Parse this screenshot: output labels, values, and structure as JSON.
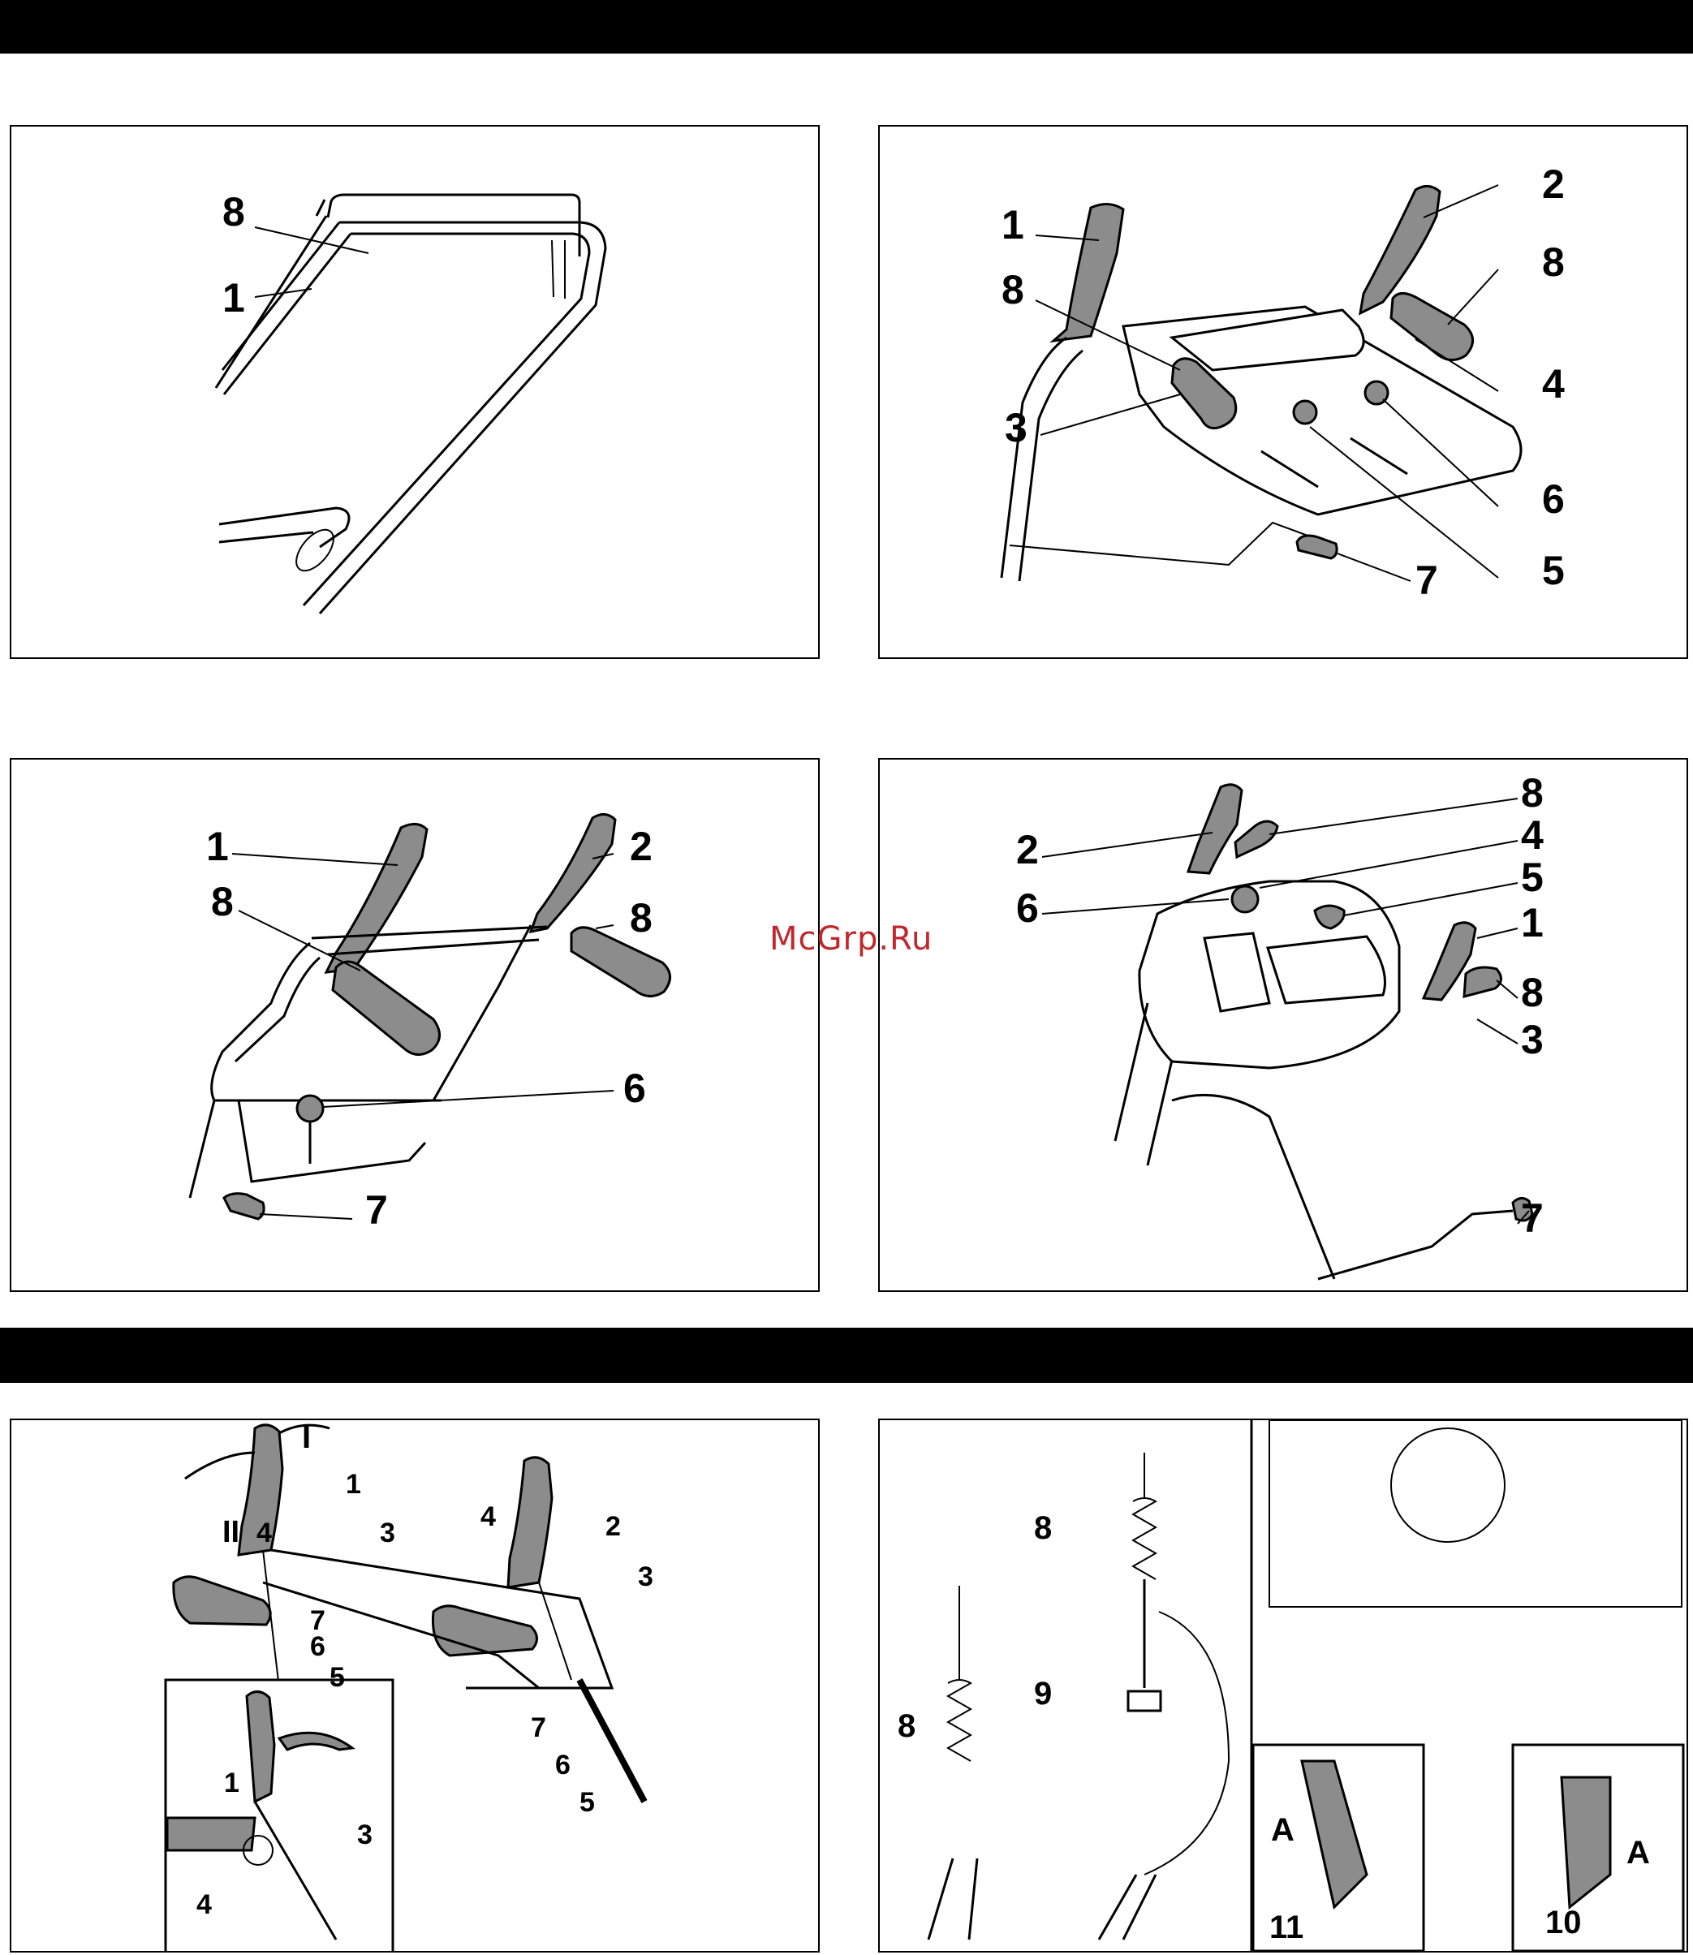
{
  "watermark": "McGrp.Ru",
  "panels": {
    "p1": {
      "labels": [
        "8",
        "1"
      ]
    },
    "p2": {
      "labels": [
        "1",
        "2",
        "8",
        "8",
        "3",
        "4",
        "6",
        "5",
        "7"
      ]
    },
    "p3": {
      "labels": [
        "1",
        "2",
        "8",
        "8",
        "6",
        "7"
      ]
    },
    "p4": {
      "labels": [
        "8",
        "4",
        "2",
        "6",
        "5",
        "1",
        "8",
        "3",
        "7"
      ]
    },
    "p5": {
      "labels": [
        "I",
        "1",
        "II",
        "4",
        "3",
        "4",
        "2",
        "3",
        "7",
        "6",
        "5",
        "7",
        "6",
        "5"
      ],
      "inset_labels": [
        "1",
        "3",
        "4"
      ]
    },
    "p6": {
      "left_labels": [
        "8",
        "8",
        "9"
      ],
      "right_labels": [
        "A",
        "11",
        "A",
        "10"
      ]
    }
  },
  "colors": {
    "bar": "#000000",
    "lever_fill": "#8c8c8c",
    "watermark": "#c0282d"
  }
}
